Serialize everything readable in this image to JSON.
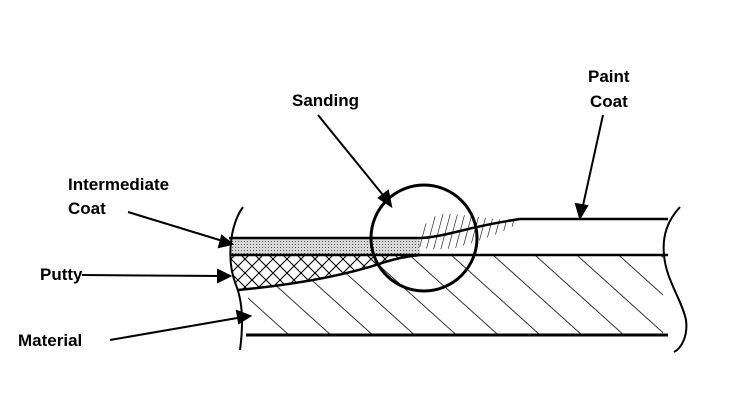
{
  "labels": {
    "sanding": "Sanding",
    "paint_line1": "Paint",
    "paint_line2": "Coat",
    "intermediate_line1": "Intermediate",
    "intermediate_line2": "Coat",
    "putty": "Putty",
    "material": "Material"
  },
  "colors": {
    "ink": "#000000",
    "stipple": "#9a9a9a",
    "background": "#ffffff"
  }
}
